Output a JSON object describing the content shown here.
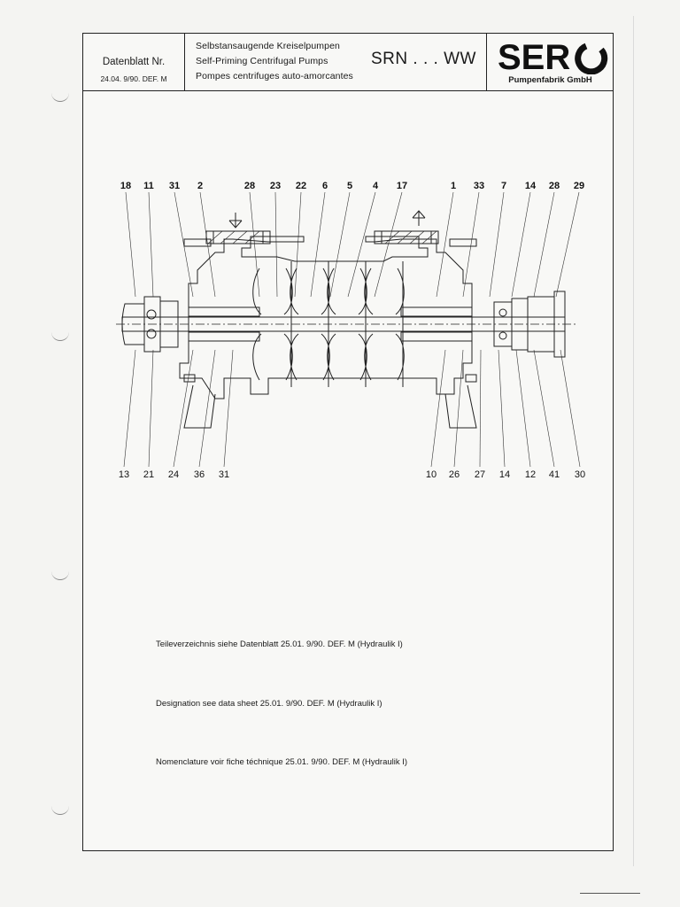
{
  "header": {
    "datasheet_label": "Datenblatt Nr.",
    "datasheet_number": "24.04. 9/90. DEF. M",
    "title_de": "Selbstansaugende Kreiselpumpen",
    "title_en": "Self-Priming Centrifugal Pumps",
    "title_fr": "Pompes centrifuges auto-amorcantes",
    "model": "SRN . . . WW",
    "brand": "SER",
    "brand_sub": "Pumpenfabrik GmbH"
  },
  "drawing": {
    "top_labels": [
      "18",
      "11",
      "31",
      "2",
      "28",
      "23",
      "22",
      "6",
      "5",
      "4",
      "17",
      "1",
      "33",
      "7",
      "14",
      "28",
      "29"
    ],
    "bottom_labels": [
      "13",
      "21",
      "24",
      "36",
      "31",
      "10",
      "26",
      "27",
      "14",
      "12",
      "41",
      "30"
    ]
  },
  "notes": [
    "Teileverzeichnis siehe Datenblatt 25.01. 9/90. DEF. M   (Hydraulik I)",
    "Designation see data sheet 25.01. 9/90. DEF. M   (Hydraulik I)",
    "Nomenclature voir fiche téchnique 25.01. 9/90. DEF. M   (Hydraulik I)"
  ]
}
